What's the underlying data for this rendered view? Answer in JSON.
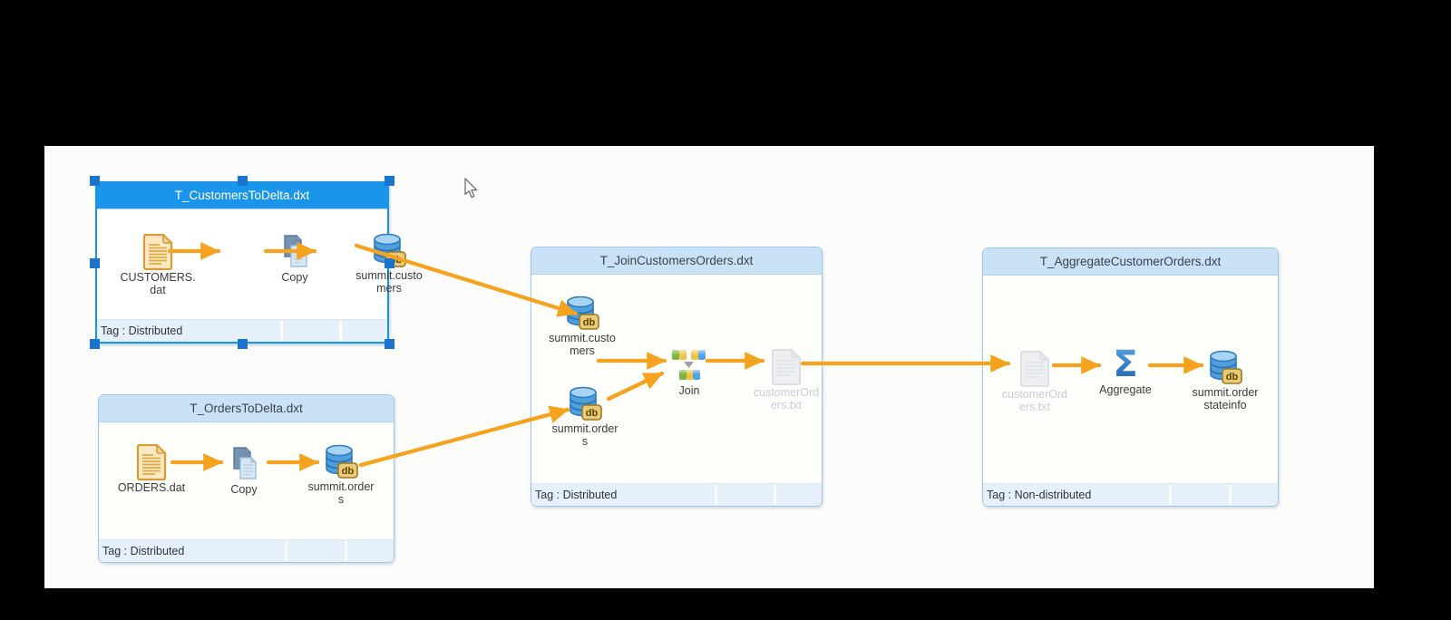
{
  "colors": {
    "arrow": "#F5A31F",
    "selected_header": "#1B95E9",
    "header": "#C9E2F6",
    "box_border": "#9CC5E8",
    "selection_handle": "#1A73CF",
    "footer": "#E6F0FA",
    "canvas_background": "#FCFCFA",
    "screen_background": "#000000",
    "ghost_text": "#C7CDD6"
  },
  "boxes": [
    {
      "title": "T_CustomersToDelta.dxt",
      "tag": "Tag : Distributed",
      "selected": true,
      "nodes": [
        {
          "icon": "file-icon",
          "label": "CUSTOMERS.\ndat"
        },
        {
          "icon": "copy-icon",
          "label": "Copy"
        },
        {
          "icon": "db-icon",
          "label": "summit.custo\nmers"
        }
      ]
    },
    {
      "title": "T_OrdersToDelta.dxt",
      "tag": "Tag : Distributed",
      "selected": false,
      "nodes": [
        {
          "icon": "file-icon",
          "label": "ORDERS.dat"
        },
        {
          "icon": "copy-icon",
          "label": "Copy"
        },
        {
          "icon": "db-icon",
          "label": "summit.order\ns"
        }
      ]
    },
    {
      "title": "T_JoinCustomersOrders.dxt",
      "tag": "Tag : Distributed",
      "selected": false,
      "nodes": [
        {
          "icon": "db-icon",
          "label": "summit.custo\nmers"
        },
        {
          "icon": "db-icon",
          "label": "summit.order\ns"
        },
        {
          "icon": "join-icon",
          "label": "Join"
        },
        {
          "icon": "ghost-file-icon",
          "label": "customerOrd\ners.txt"
        }
      ]
    },
    {
      "title": "T_AggregateCustomerOrders.dxt",
      "tag": "Tag : Non-distributed",
      "selected": false,
      "nodes": [
        {
          "icon": "ghost-file-icon",
          "label": "customerOrd\ners.txt"
        },
        {
          "icon": "sigma-icon",
          "label": "Aggregate"
        },
        {
          "icon": "db-icon",
          "label": "summit.order\nstateinfo"
        }
      ]
    }
  ]
}
